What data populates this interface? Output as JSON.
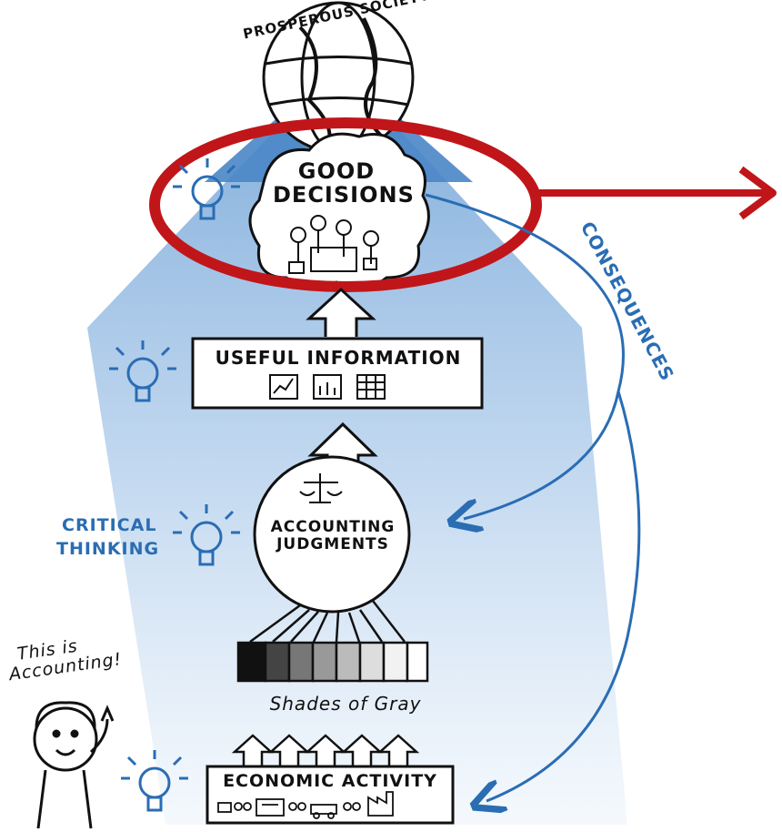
{
  "title_top": "PROSPEROUS SOCIETY",
  "good_decisions": {
    "line1": "GOOD",
    "line2": "DECISIONS"
  },
  "useful_information": "USEFUL INFORMATION",
  "accounting_judgments": {
    "line1": "ACCOUNTING",
    "line2": "JUDGMENTS"
  },
  "critical_thinking": {
    "line1": "CRITICAL",
    "line2": "THINKING"
  },
  "shades_of_gray": "Shades of Gray",
  "economic_activity": "ECONOMIC ACTIVITY",
  "consequences": "CONSEQUENCES",
  "person_speech": {
    "line1": "This is",
    "line2": "Accounting!"
  },
  "colors": {
    "highlight_red": "#c0161a",
    "consequence_blue": "#2a6db3",
    "beam_blue": "#6fa3d8",
    "bulb_blue": "#2a6db3"
  },
  "icons": [
    "globe-icon",
    "lightbulb-icon",
    "scale-icon",
    "chart-icon",
    "factory-icon",
    "person-icon"
  ]
}
